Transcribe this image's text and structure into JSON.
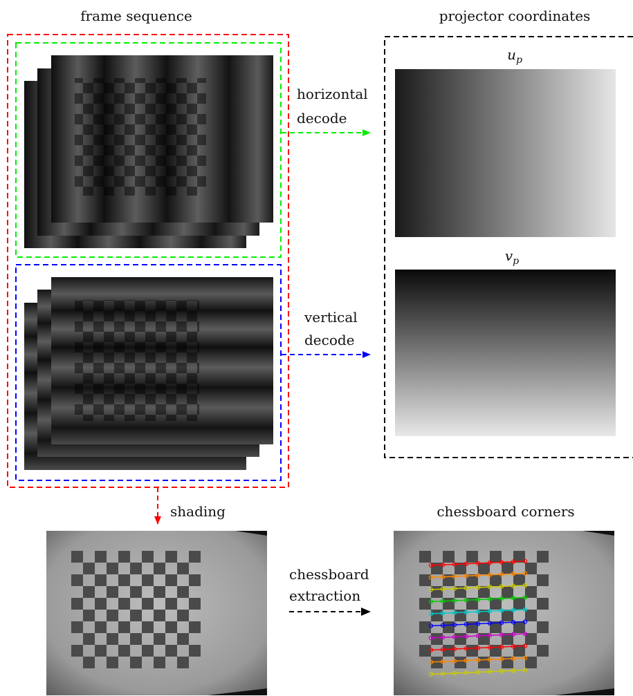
{
  "panels": {
    "frame_sequence_title": "frame sequence",
    "projector_title": "projector coordinates",
    "shading_title": "shading",
    "corners_title": "chessboard corners"
  },
  "arrows": {
    "horizontal_line1": "horizontal",
    "horizontal_line2": "decode",
    "vertical_line1": "vertical",
    "vertical_line2": "decode",
    "extraction_line1": "chessboard",
    "extraction_line2": "extraction"
  },
  "maps": {
    "u_symbol": "u",
    "u_subscript": "p",
    "v_symbol": "v",
    "v_subscript": "p"
  },
  "colors": {
    "frame_group_border": "#ff0000",
    "horizontal_group_border": "#00ee00",
    "vertical_group_border": "#0000ff",
    "projector_group_border": "#000000",
    "corner_rows": [
      "#ff0000",
      "#ff8800",
      "#cccc00",
      "#00cc00",
      "#00cccc",
      "#0000ff",
      "#cc00cc",
      "#ff0000",
      "#ff8800",
      "#cccc00"
    ]
  },
  "icons": {
    "frames": "stacked-camera-frames",
    "maps": "gradient-images",
    "board": "chessboard-photo"
  }
}
